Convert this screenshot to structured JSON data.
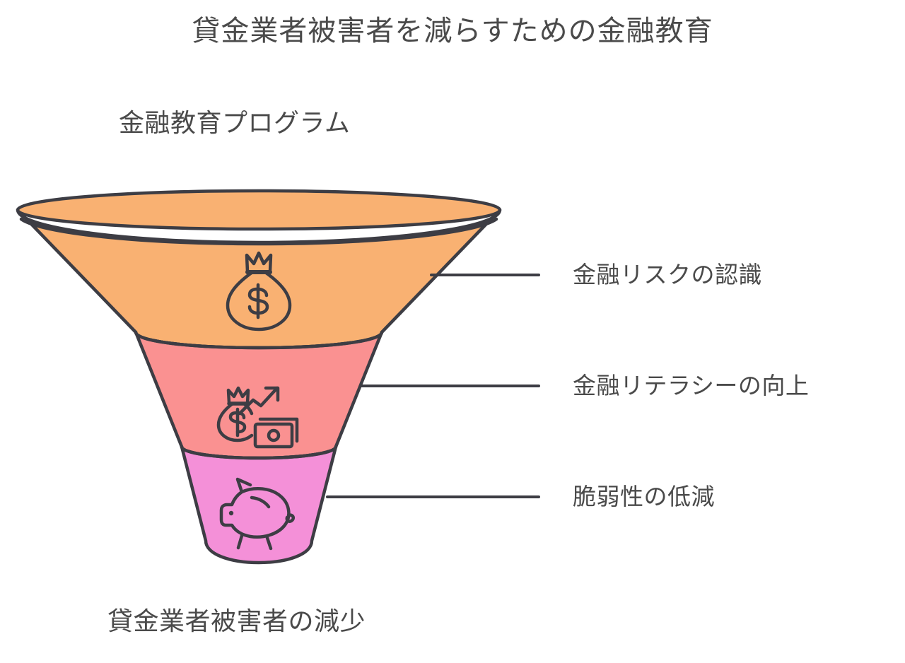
{
  "chart_data": {
    "type": "funnel",
    "title": "貸金業者被害者を減らすための金融教育",
    "top_caption": "金融教育プログラム",
    "bottom_caption": "貸金業者被害者の減少",
    "legend_position": "right",
    "grid": false,
    "stages": [
      {
        "label": "金融リスクの認識",
        "color": "#F9B172",
        "icon": "money-bag-icon",
        "order": 1
      },
      {
        "label": "金融リテラシーの向上",
        "color": "#FA9191",
        "icon": "money-growth-icon",
        "order": 2
      },
      {
        "label": "脆弱性の低減",
        "color": "#F490D8",
        "icon": "piggy-bank-icon",
        "order": 3
      }
    ]
  },
  "colors": {
    "background": "#FFFFFF",
    "outline": "#3D3D44",
    "text": "#4A4A4A",
    "stage_1": "#F9B172",
    "stage_2": "#FA9191",
    "stage_3": "#F490D8"
  }
}
